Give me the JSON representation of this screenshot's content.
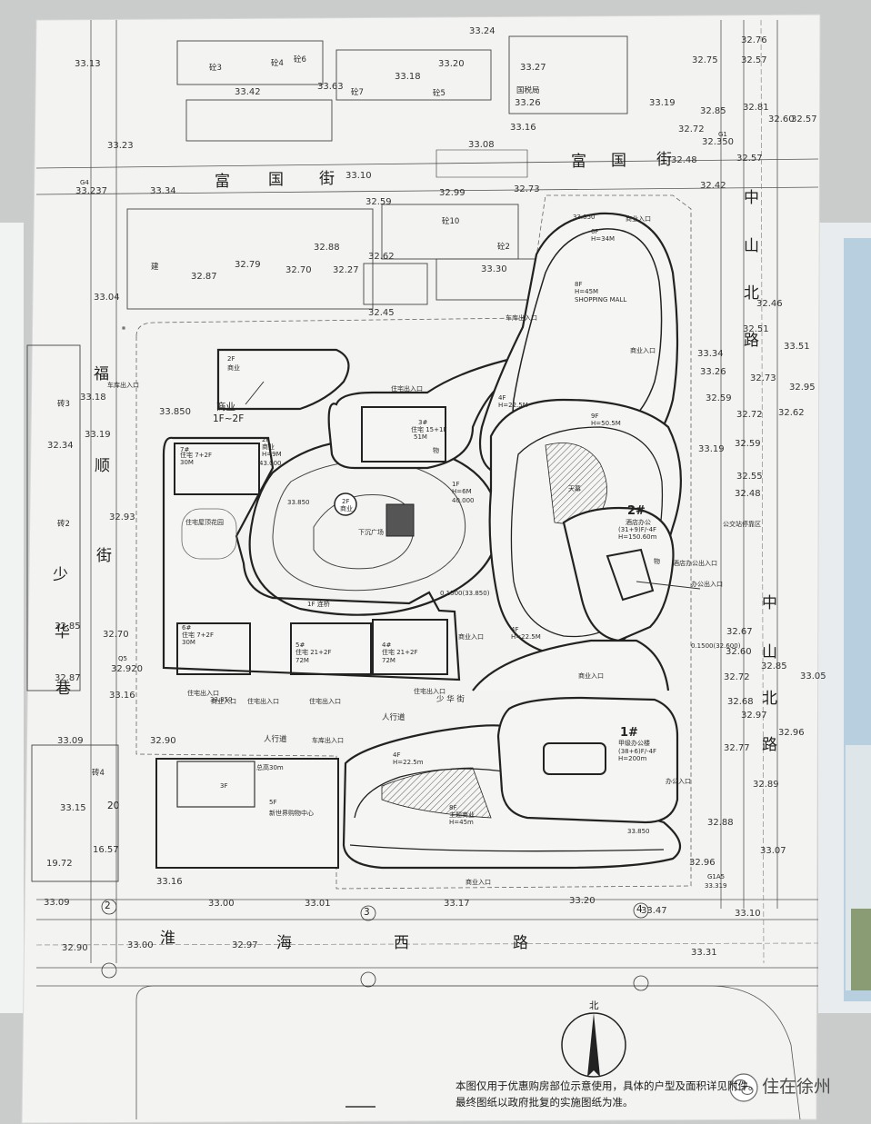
{
  "roads": {
    "fuguo_street": [
      "富",
      "国",
      "街"
    ],
    "fuguo_street_east": [
      "富",
      "国",
      "街"
    ],
    "fushun_street": [
      "福",
      "顺",
      "街"
    ],
    "shaohua_lane": [
      "少",
      "华",
      "巷"
    ],
    "zhongshan_north_road": [
      "中",
      "山",
      "北",
      "路"
    ],
    "zhongshan_north_road_2": [
      "中",
      "山",
      "北",
      "路"
    ],
    "huaihai_west_road": [
      "淮",
      "海",
      "西",
      "路"
    ],
    "shaohua_street": "少 华 街",
    "pedestrian_road": "人行道",
    "pedestrian_road_2": "人行道"
  },
  "north_label": "北",
  "buildings": {
    "shopping_mall": {
      "floors": "8F",
      "height": "H=45M",
      "name": "SHOPPING MALL",
      "top_floors": "6F",
      "top_height": "H=34M"
    },
    "mall_9f": {
      "floors": "9F",
      "height": "H=50.5M"
    },
    "mall_4f_upper": {
      "floors": "4F",
      "height": "H=22.5M"
    },
    "mall_4f_lower": {
      "floors": "4F",
      "height": "H=22.5M"
    },
    "mall_1f": {
      "floors": "1F",
      "height": "H=6M",
      "elev": "40.000"
    },
    "tower2": {
      "id": "2#",
      "name": "酒店办公",
      "floors": "(31+9)F/-4F",
      "height": "H=150.60m",
      "tag": "物"
    },
    "tower1": {
      "id": "1#",
      "name": "甲级办公楼",
      "floors": "(38+6)F/-4F",
      "height": "H=200m"
    },
    "theme_mall": {
      "floors": "8F",
      "name": "主题商业",
      "height": "H=45m",
      "side_floors": "4F",
      "side_height": "H=22.5m"
    },
    "skylight": "天幕",
    "res3": {
      "label": "3#",
      "type": "住宅 15+1F",
      "height": "51M",
      "tag": "物"
    },
    "res7": {
      "label": "7#",
      "type": "住宅 7+2F",
      "height": "30M"
    },
    "res6": {
      "label": "6#",
      "type": "住宅 7+2F",
      "height": "30M"
    },
    "res5": {
      "label": "5#",
      "type": "住宅 21+2F",
      "height": "72M"
    },
    "res4": {
      "label": "4#",
      "type": "住宅 21+2F",
      "height": "72M"
    },
    "commercial_2f": {
      "floors": "2F",
      "name": "商业"
    },
    "commercial_small": {
      "floors": "2F",
      "name": "商业",
      "height": "H=9M",
      "elev": "43.000"
    },
    "plaza_shop": {
      "floors": "2F",
      "name": "商业"
    },
    "new_world": {
      "floors": "5F",
      "name": "新世界购物中心",
      "height": "总高30m",
      "wing": "3F"
    },
    "sunken_plaza": "下沉广场",
    "garden": "住宅屋顶花园",
    "bridge": "1F 连桥"
  },
  "callouts": {
    "commercial": "商业",
    "commercial_floors": "1F~2F"
  },
  "entrances": {
    "res_top": "住宅出入口",
    "res_a": "住宅出入口",
    "res_b": "住宅出入口",
    "res_c": "住宅出入口",
    "res_d": "住宅出入口",
    "com_a": "商业入口",
    "com_b": "商业入口",
    "com_c": "商业入口",
    "com_d": "商业入口",
    "com_e": "商业入口",
    "com_f": "商业入口",
    "office_a": "酒店办公出入口",
    "office_b": "办公出入口",
    "office_c": "办公入口",
    "garage_a": "车库出入口",
    "garage_b": "车库出入口",
    "garage_c": "车库出入口",
    "bus": "公交站停靠区"
  },
  "elevations": [
    "33.24",
    "32.76",
    "33.13",
    "33.27",
    "33.20",
    "32.75",
    "32.57",
    "33.42",
    "33.63",
    "33.18",
    "33.26",
    "33.19",
    "32.81",
    "32.60",
    "32.57",
    "33.23",
    "33.16",
    "33.08",
    "32.72",
    "32.85",
    "32.350",
    "33.10",
    "33.34",
    "33.237",
    "32.48",
    "32.57",
    "32.42",
    "32.73",
    "32.99",
    "32.59",
    "32.88",
    "32.62",
    "32.79",
    "32.87",
    "32.70",
    "32.27",
    "33.30",
    "33.04",
    "32.45",
    "32.46",
    "32.51",
    "33.51",
    "33.18",
    "33.19",
    "32.34",
    "33.850",
    "32.93",
    "33.34",
    "33.26",
    "32.59",
    "32.73",
    "32.95",
    "32.62",
    "32.72",
    "32.59",
    "33.19",
    "32.55",
    "32.48",
    "32.85",
    "32.70",
    "32.87",
    "32.920",
    "33.16",
    "32.67",
    "32.60",
    "32.85",
    "32.72",
    "32.68",
    "32.97",
    "32.96",
    "32.77",
    "32.89",
    "32.88",
    "33.07",
    "32.96",
    "33.09",
    "32.90",
    "33.15",
    "16.57",
    "19.72",
    "33.16",
    "33.00",
    "33.01",
    "33.09",
    "33.20",
    "33.10",
    "32.90",
    "33.00",
    "32.97",
    "33.31",
    "33.850",
    "33.850",
    "33.850",
    "33.850",
    "0.1500(33.850)",
    "0.1500(32.600)",
    "33.319",
    "33.47",
    "33.05",
    "33.17"
  ],
  "grid_labels": [
    "2",
    "3",
    "4",
    "20",
    "G1",
    "G4",
    "G1A5",
    "Q5"
  ],
  "existing_buildings": [
    "砼6",
    "砼4",
    "砼3",
    "砼7",
    "砼5",
    "砼10",
    "砼2",
    "砖2",
    "砖4",
    "砖3",
    "建",
    "国税局"
  ],
  "note": {
    "line1": "本图仅用于优惠购房部位示意使用，具体的户型及面积详见附件。",
    "line2": "最终图纸以政府批复的实施图纸为准。"
  },
  "watermark": {
    "text": "住在徐州"
  }
}
